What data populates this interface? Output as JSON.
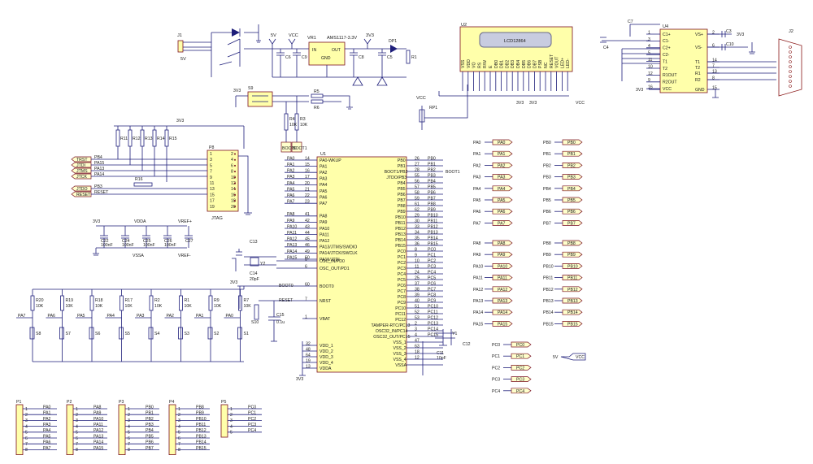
{
  "mcu": {
    "ref": "U1",
    "left_pins": [
      {
        "num": "14",
        "name": "PA0-WKUP",
        "net": "PA0"
      },
      {
        "num": "15",
        "name": "PA1",
        "net": "PA1"
      },
      {
        "num": "16",
        "name": "PA2",
        "net": "PA2"
      },
      {
        "num": "17",
        "name": "PA3",
        "net": "PA3"
      },
      {
        "num": "20",
        "name": "PA4",
        "net": "PA4"
      },
      {
        "num": "21",
        "name": "PA5",
        "net": "PA5"
      },
      {
        "num": "22",
        "name": "PA6",
        "net": "PA6"
      },
      {
        "num": "23",
        "name": "PA7",
        "net": "PA7"
      },
      {
        "num": "41",
        "name": "PA8",
        "net": "PA8"
      },
      {
        "num": "42",
        "name": "PA9",
        "net": "PA9"
      },
      {
        "num": "43",
        "name": "PA10",
        "net": "PA10"
      },
      {
        "num": "44",
        "name": "PA11",
        "net": "PA11"
      },
      {
        "num": "45",
        "name": "PA12",
        "net": "PA12"
      },
      {
        "num": "46",
        "name": "PA13/JTMS/SWDIO",
        "net": "PA13"
      },
      {
        "num": "49",
        "name": "PA14/JTCK/SWCLK",
        "net": "PA14"
      },
      {
        "num": "50",
        "name": "PA15/JTDI",
        "net": "PA15"
      }
    ],
    "left_pins2": [
      {
        "num": "5",
        "name": "OSC_IN/PD0"
      },
      {
        "num": "6",
        "name": "OSC_OUT/PD1"
      },
      {
        "num": "60",
        "name": "BOOT0"
      },
      {
        "num": "7",
        "name": "NRST"
      },
      {
        "num": "1",
        "name": "VBAT"
      }
    ],
    "vdd_pins": [
      {
        "num": "32",
        "name": "VDD_1"
      },
      {
        "num": "48",
        "name": "VDD_2"
      },
      {
        "num": "64",
        "name": "VDD_3"
      },
      {
        "num": "19",
        "name": "VDD_4"
      },
      {
        "num": "13",
        "name": "VDDA"
      }
    ],
    "right_pins": [
      {
        "num": "26",
        "name": "PB0",
        "net": "PB0"
      },
      {
        "num": "27",
        "name": "PB1",
        "net": "PB1"
      },
      {
        "num": "28",
        "name": "BOOT1/PB2",
        "net": "PB2"
      },
      {
        "num": "55",
        "name": "JTDO/PB3",
        "net": "PB3"
      },
      {
        "num": "56",
        "name": "PB4",
        "net": "PB4"
      },
      {
        "num": "57",
        "name": "PB5",
        "net": "PB5"
      },
      {
        "num": "58",
        "name": "PB6",
        "net": "PB6"
      },
      {
        "num": "59",
        "name": "PB7",
        "net": "PB7"
      },
      {
        "num": "61",
        "name": "PB8",
        "net": "PB8"
      },
      {
        "num": "62",
        "name": "PB9",
        "net": "PB9"
      },
      {
        "num": "29",
        "name": "PB10",
        "net": "PB10"
      },
      {
        "num": "30",
        "name": "PB11",
        "net": "PB11"
      },
      {
        "num": "33",
        "name": "PB12",
        "net": "PB12"
      },
      {
        "num": "34",
        "name": "PB13",
        "net": "PB13"
      },
      {
        "num": "35",
        "name": "PB14",
        "net": "PB14"
      },
      {
        "num": "36",
        "name": "PB15",
        "net": "PB15"
      },
      {
        "num": "8",
        "name": "PC0",
        "net": "PC0"
      },
      {
        "num": "9",
        "name": "PC1",
        "net": "PC1"
      },
      {
        "num": "10",
        "name": "PC2",
        "net": "PC2"
      },
      {
        "num": "11",
        "name": "PC3",
        "net": "PC3"
      },
      {
        "num": "24",
        "name": "PC4",
        "net": "PC4"
      },
      {
        "num": "25",
        "name": "PC5",
        "net": "PC5"
      },
      {
        "num": "37",
        "name": "PC6",
        "net": "PC6"
      },
      {
        "num": "38",
        "name": "PC7",
        "net": "PC7"
      },
      {
        "num": "39",
        "name": "PC8",
        "net": "PC8"
      },
      {
        "num": "40",
        "name": "PC9",
        "net": "PC9"
      },
      {
        "num": "51",
        "name": "PC10",
        "net": "PC10"
      },
      {
        "num": "52",
        "name": "PC11",
        "net": "PC11"
      },
      {
        "num": "53",
        "name": "PC12",
        "net": "PC12"
      },
      {
        "num": "2",
        "name": "TAMPER-RTC/PC13",
        "net": "PC13"
      },
      {
        "num": "3",
        "name": "OSC32_IN/PC14",
        "net": "PC14"
      },
      {
        "num": "4",
        "name": "OSC32_OUT/PC15",
        "net": "PC15"
      },
      {
        "num": "47",
        "name": "VSS_1",
        "net": ""
      },
      {
        "num": "63",
        "name": "VSS_2",
        "net": ""
      },
      {
        "num": "18",
        "name": "VSS_3",
        "net": ""
      },
      {
        "num": "12",
        "name": "VSS_4",
        "net": ""
      },
      {
        "num": "",
        "name": "VSSA",
        "net": ""
      }
    ],
    "boot1_label": "BOOT1",
    "boot0_label": "BOOT0",
    "reset_label": "RESET"
  },
  "power": {
    "j1": "J1",
    "j1_label": "5V",
    "regulator": "VR1",
    "regulator_part": "AMS1117-3.3V",
    "reg_in": "IN",
    "reg_gnd": "GND",
    "reg_out": "OUT",
    "v5": "5V",
    "vcc": "VCC",
    "v33": "3V3",
    "dp1": "DP1",
    "r1": "R1",
    "caps": [
      "C6",
      "C9",
      "C8",
      "C5"
    ]
  },
  "lcd": {
    "ref": "U2",
    "part": "LCD12864",
    "pins": [
      "VSS",
      "VDD",
      "VO",
      "RS",
      "R/W",
      "E",
      "DB0",
      "DB1",
      "DB2",
      "DB3",
      "DB4",
      "DB5",
      "DB6",
      "DB7",
      "PSB",
      "NC",
      "RESET",
      "VOUT",
      "LED+",
      "LED-"
    ],
    "rp1": "RP1",
    "vcc": "VCC",
    "v33": "3V3"
  },
  "rs232": {
    "ref": "U4",
    "connector": "J2",
    "left_pins": [
      {
        "num": "1",
        "name": "C1+"
      },
      {
        "num": "3",
        "name": "C1-"
      },
      {
        "num": "4",
        "name": "C2+"
      },
      {
        "num": "5",
        "name": "C2-"
      },
      {
        "num": "11",
        "name": "T1"
      },
      {
        "num": "10",
        "name": "T2"
      },
      {
        "num": "12",
        "name": "R1OUT"
      },
      {
        "num": "9",
        "name": "R2OUT"
      },
      {
        "num": "16",
        "name": "VCC"
      }
    ],
    "right_pins": [
      {
        "num": "2",
        "name": "VS+"
      },
      {
        "num": "6",
        "name": "VS-"
      },
      {
        "num": "14",
        "name": "T1"
      },
      {
        "num": "7",
        "name": "T2"
      },
      {
        "num": "13",
        "name": "R1"
      },
      {
        "num": "8",
        "name": "R2"
      },
      {
        "num": "15",
        "name": "GND"
      }
    ],
    "caps": [
      "C7",
      "C4",
      "C3",
      "C10"
    ],
    "v33": "3V3"
  },
  "jtag": {
    "ref": "P8",
    "label": "JTAG",
    "signals": [
      "TRST",
      "JTDI",
      "JTMS",
      "JTCK",
      "JTDO",
      "RESET"
    ],
    "nets": [
      "PB4",
      "PA15",
      "PA13",
      "PA14",
      "PB3",
      "RESET"
    ],
    "resistors": [
      "R11",
      "R12",
      "R13",
      "R14",
      "R15"
    ],
    "r16": "R16",
    "v33": "3V3"
  },
  "boot": {
    "s9": "S9",
    "r5": "R5",
    "r6": "R6",
    "r4": "R4",
    "r3": "R3",
    "rv": "10K",
    "labels": [
      "BOOT0",
      "BOOT1"
    ],
    "v33": "3V3"
  },
  "decoupling": {
    "rails": [
      "3V3",
      "VDDA",
      "VREF+"
    ],
    "caps": [
      {
        "ref": "C22",
        "val": "100nF"
      },
      {
        "ref": "C24",
        "val": "100nF"
      },
      {
        "ref": "C25",
        "val": "100nF"
      },
      {
        "ref": "C26",
        "val": "100nF"
      },
      {
        "ref": "C27",
        "val": ""
      }
    ],
    "gnds": [
      "VSSA",
      "VREF-"
    ]
  },
  "crystal": {
    "c13": "C13",
    "c14": "C14",
    "y": "Y2",
    "cval": "20pF",
    "c11": "C11",
    "c12": "C12",
    "c15": "C15",
    "c15val": "0.1u",
    "y32": "Y1",
    "reset_sw": "S10",
    "c11val": "10pF"
  },
  "keys": {
    "resistors": [
      "R20",
      "R19",
      "R18",
      "R17",
      "R2",
      "R1",
      "R9",
      "R7"
    ],
    "rval": "10K",
    "nets": [
      "PA7",
      "PA6",
      "PA5",
      "PA4",
      "PA3",
      "PA2",
      "PA1",
      "PA0"
    ],
    "switches": [
      "S8",
      "S7",
      "S6",
      "S5",
      "S4",
      "S3",
      "S2",
      "S1"
    ],
    "v33": "3V3"
  },
  "ports": {
    "pa": [
      "PA0",
      "PA1",
      "PA2",
      "PA3",
      "PA4",
      "PA5",
      "PA6",
      "PA7"
    ],
    "pb": [
      "PB0",
      "PB1",
      "PB2",
      "PB3",
      "PB4",
      "PB5",
      "PB6",
      "PB7"
    ],
    "pa2": [
      "PA8",
      "PA9",
      "PA10",
      "PA11",
      "PA12",
      "PA13",
      "PA14",
      "PA15"
    ],
    "pb2": [
      "PB8",
      "PB9",
      "PB10",
      "PB11",
      "PB12",
      "PB13",
      "PB14",
      "PB15"
    ],
    "pc": [
      "PC0",
      "PC1",
      "PC2",
      "PC3",
      "PC4"
    ],
    "v5": "5V",
    "vcc": "VCC"
  },
  "headers": [
    {
      "ref": "P1",
      "pins": [
        "PA0",
        "PA1",
        "PA2",
        "PA3",
        "PA4",
        "PA5",
        "PA6",
        "PA7"
      ]
    },
    {
      "ref": "P2",
      "pins": [
        "PA8",
        "PA9",
        "PA10",
        "PA11",
        "PA12",
        "PA13",
        "PA14",
        "PA15"
      ]
    },
    {
      "ref": "P3",
      "pins": [
        "PB0",
        "PB1",
        "PB2",
        "PB3",
        "PB4",
        "PB5",
        "PB6",
        "PB7"
      ]
    },
    {
      "ref": "P4",
      "pins": [
        "PB8",
        "PB9",
        "PB10",
        "PB11",
        "PB12",
        "PB13",
        "PB14",
        "PB15"
      ]
    },
    {
      "ref": "P5",
      "pins": [
        "PC0",
        "PC1",
        "PC2",
        "PC3",
        "PC4"
      ]
    }
  ],
  "colors": {
    "component_fill": "#ffffaa",
    "component_border": "#7a1020",
    "wire": "#1e1e7a",
    "text": "#202020"
  }
}
